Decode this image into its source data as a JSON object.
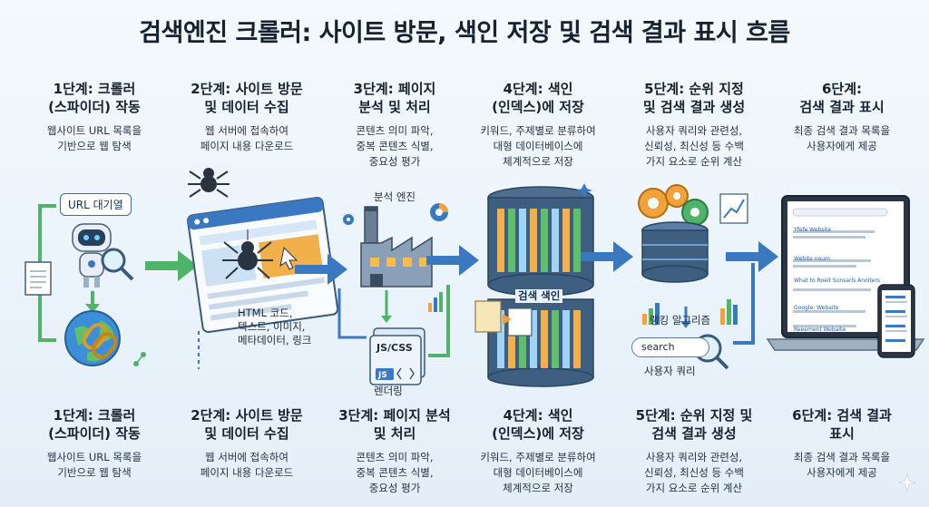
{
  "title": "검색엔진 크롤러: 사이트 방문, 색인 저장 및 검색 결과 표시 흐름",
  "steps_top": [
    {
      "title_l1": "1단계: 크롤러",
      "title_l2": "(스파이더) 작동",
      "desc_l1": "웹사이트 URL 목록을",
      "desc_l2": "기반으로 웹 탐색",
      "desc_l3": ""
    },
    {
      "title_l1": "2단계: 사이트 방문",
      "title_l2": "및 데이터 수집",
      "desc_l1": "웹 서버에 접속하여",
      "desc_l2": "페이지 내용 다운로드",
      "desc_l3": ""
    },
    {
      "title_l1": "3단계: 페이지",
      "title_l2": "분석 및 처리",
      "desc_l1": "콘텐츠 의미 파악,",
      "desc_l2": "중복 콘텐츠 식별,",
      "desc_l3": "중요성 평가"
    },
    {
      "title_l1": "4단계: 색인",
      "title_l2": "(인덱스)에 저장",
      "desc_l1": "키워드, 주제별로 분류하여",
      "desc_l2": "대형 데이터베이스에",
      "desc_l3": "체계적으로 저장"
    },
    {
      "title_l1": "5단계: 순위 지정",
      "title_l2": "및 검색 결과 생성",
      "desc_l1": "사용자 쿼리와 관련성,",
      "desc_l2": "신뢰성, 최신성 등 수백",
      "desc_l3": "가지 요소로 순위 계산"
    },
    {
      "title_l1": "6단계:",
      "title_l2": "검색 결과 표시",
      "desc_l1": "최종 검색 결과 목록을",
      "desc_l2": "사용자에게 제공",
      "desc_l3": ""
    }
  ],
  "steps_bottom": [
    {
      "title_l1": "1단계: 크롤러",
      "title_l2": "(스파이더) 작동",
      "desc_l1": "웹사이트 URL 목록을",
      "desc_l2": "기반으로 웹 탐색",
      "desc_l3": ""
    },
    {
      "title_l1": "2단계: 사이트 방문",
      "title_l2": "및 데이터 수집",
      "desc_l1": "웹 서버에 접속하여",
      "desc_l2": "페이지 내용 다운로드",
      "desc_l3": ""
    },
    {
      "title_l1": "3단계: 페이지 분석",
      "title_l2": "및 처리",
      "desc_l1": "콘텐츠 의미 파악,",
      "desc_l2": "중복 콘텐츠 식별,",
      "desc_l3": "중요성 평가"
    },
    {
      "title_l1": "4단계: 색인",
      "title_l2": "(인덱스)에 저장",
      "desc_l1": "키워드, 주제별로 분류하여",
      "desc_l2": "대형 데이터베이스에",
      "desc_l3": "체계적으로 저장"
    },
    {
      "title_l1": "5단계: 순위 지정 및",
      "title_l2": "검색 결과 생성",
      "desc_l1": "사용자 쿼리와 관련성,",
      "desc_l2": "신뢰성, 최신성 등 수백",
      "desc_l3": "가지 요소로 순위 계산"
    },
    {
      "title_l1": "6단계: 검색 결과",
      "title_l2": "표시",
      "desc_l1": "최종 검색 결과 목록을",
      "desc_l2": "사용자에게 제공",
      "desc_l3": ""
    }
  ],
  "labels": {
    "url_queue": "URL 대기열",
    "html_l1": "HTML 코드,",
    "html_l2": "텍스트, 이미지,",
    "html_l3": "메타데이터, 링크",
    "analysis_engine": "분석 엔진",
    "jscss": "JS/CSS",
    "js": "JS",
    "rendering": "렌더링",
    "search_index": "검색 색인",
    "ranking_algo": "랭킹 알고리즘",
    "search_word": "search",
    "user_query": "사용자 쿼리"
  },
  "results": [
    "Yfefe Website",
    "Webite noum",
    "What to Roeit Sunsarls Anoiters",
    "Google: Webaite",
    "Reeement Webaite"
  ],
  "colors": {
    "accent": "#2f6fb0",
    "arrow_green": "#4fb36a",
    "arrow_blue": "#3a78c2"
  }
}
